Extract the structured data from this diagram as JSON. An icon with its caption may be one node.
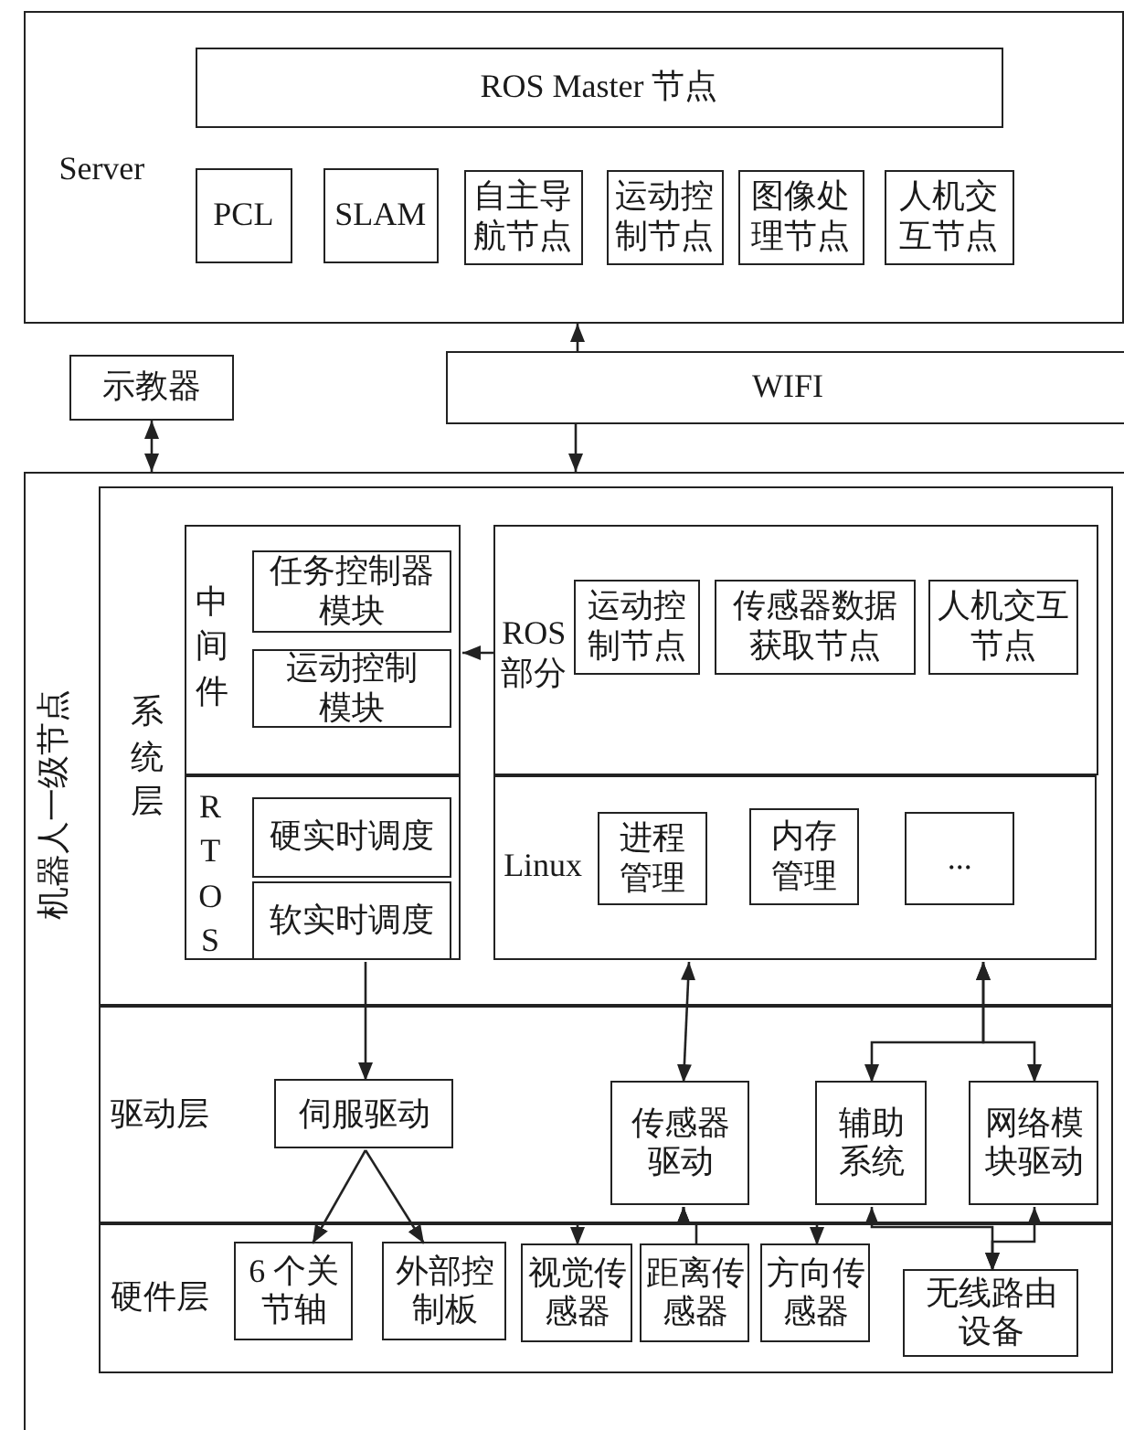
{
  "diagram": {
    "nodes": [
      {
        "text": [
          "Server"
        ]
      },
      {
        "text": [
          "ROS Master 节点"
        ],
        "in": 0
      },
      {
        "text": [
          "PCL"
        ],
        "in": 0
      },
      {
        "text": [
          "SLAM"
        ],
        "in": 0
      },
      {
        "text": [
          "自主导航节点"
        ],
        "in": 0
      },
      {
        "text": [
          "运动控制节点"
        ],
        "in": 0
      },
      {
        "text": [
          "图像处理节点"
        ],
        "in": 0
      },
      {
        "text": [
          "人机交互节点"
        ],
        "in": 0
      },
      {
        "text": [
          "示教器"
        ]
      },
      {
        "text": [
          "WIFI"
        ]
      },
      {
        "text": [
          "机器人一级节点"
        ]
      },
      {
        "text": [
          "系统层"
        ],
        "in": 10
      },
      {
        "text": [
          "中间件"
        ],
        "in": 11
      },
      {
        "text": [
          "任务控制器模块"
        ],
        "in": 12
      },
      {
        "text": [
          "运动控制模块"
        ],
        "in": 12
      },
      {
        "text": [
          "RTOS"
        ],
        "in": 11
      },
      {
        "text": [
          "硬实时调度"
        ],
        "in": 15
      },
      {
        "text": [
          "软实时调度"
        ],
        "in": 15
      },
      {
        "text": [
          "ROS部分"
        ],
        "in": 11
      },
      {
        "text": [
          "运动控制节点"
        ],
        "in": 18
      },
      {
        "text": [
          "传感器数据获取节点"
        ],
        "in": 18
      },
      {
        "text": [
          "人机交互节点"
        ],
        "in": 18
      },
      {
        "text": [
          "Linux"
        ],
        "in": 11
      },
      {
        "text": [
          "进程管理"
        ],
        "in": 22
      },
      {
        "text": [
          "内存管理"
        ],
        "in": 22
      },
      {
        "text": [
          "..."
        ],
        "in": 22
      },
      {
        "text": [
          "驱动层"
        ],
        "in": 10
      },
      {
        "text": [
          "伺服驱动"
        ],
        "in": 26
      },
      {
        "text": [
          "传感器驱动"
        ],
        "in": 26
      },
      {
        "text": [
          "辅助系统"
        ],
        "in": 26
      },
      {
        "text": [
          "网络模块驱动"
        ],
        "in": 26
      },
      {
        "text": [
          "硬件层"
        ],
        "in": 10
      },
      {
        "text": [
          "6 个关节轴"
        ],
        "in": 31
      },
      {
        "text": [
          "外部控制板"
        ],
        "in": 31
      },
      {
        "text": [
          "视觉传感器"
        ],
        "in": 31
      },
      {
        "text": [
          "距离传感器"
        ],
        "in": 31
      },
      {
        "text": [
          "方向传感器"
        ],
        "in": 31
      },
      {
        "text": [
          "无线路由设备"
        ],
        "in": 31
      }
    ],
    "edges": [
      {
        "from": 9,
        "to": 0,
        "arrow": "to"
      },
      {
        "from": 9,
        "to": 10,
        "arrow": "to"
      },
      {
        "from": 8,
        "to": 10,
        "arrow": "both"
      },
      {
        "from": 18,
        "to": 12,
        "arrow": "to"
      },
      {
        "from": 15,
        "to": 27,
        "arrow": "to"
      },
      {
        "from": 27,
        "to": 32,
        "arrow": "to"
      },
      {
        "from": 27,
        "to": 33,
        "arrow": "to"
      },
      {
        "from": 28,
        "to": 22,
        "arrow": "both"
      },
      {
        "from": 22,
        "to": 29,
        "arrow": "both"
      },
      {
        "from": 22,
        "to": 30,
        "arrow": "both"
      },
      {
        "from": 28,
        "to": 34,
        "arrow": "both"
      },
      {
        "from": 35,
        "to": 28,
        "arrow": "to"
      },
      {
        "from": 28,
        "to": 36,
        "arrow": "both"
      },
      {
        "from": 29,
        "to": 37,
        "arrow": "both"
      },
      {
        "from": 30,
        "to": 37,
        "arrow": "both"
      }
    ]
  }
}
